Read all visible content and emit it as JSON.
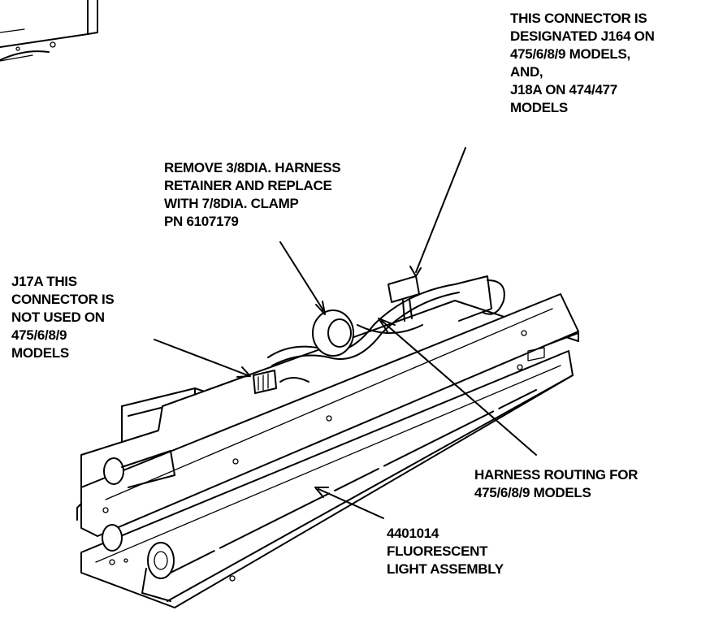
{
  "callouts": {
    "j164": [
      "THIS CONNECTOR IS",
      "DESIGNATED J164 ON",
      "475/6/8/9 MODELS,",
      "AND,",
      "J18A ON 474/477",
      "MODELS"
    ],
    "retainer": [
      "REMOVE 3/8DIA. HARNESS",
      "RETAINER AND REPLACE",
      "WITH 7/8DIA. CLAMP",
      "PN 6107179"
    ],
    "j17a": [
      "J17A THIS",
      "CONNECTOR IS",
      "NOT USED ON",
      "475/6/8/9",
      "MODELS"
    ],
    "routing": [
      "HARNESS ROUTING FOR",
      "475/6/8/9 MODELS"
    ],
    "assembly": [
      "4401014",
      "FLUORESCENT",
      "LIGHT ASSEMBLY"
    ]
  }
}
